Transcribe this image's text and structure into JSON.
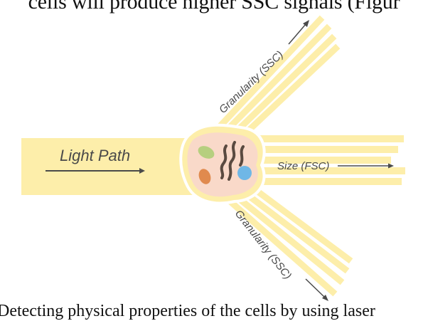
{
  "header_text": "cells will produce higher SSC signals (Figur",
  "caption_text": "Detecting physical properties of the cells by using laser",
  "diagram": {
    "light_path_label": "Light Path",
    "size_label": "Size (FSC)",
    "granularity_top_label": "Granularity (SSC)",
    "granularity_bottom_label": "Granularity (SSC)",
    "colors": {
      "beam": "#fdeeaa",
      "cell_body": "#f9d9c9",
      "cell_outline": "#ffffff",
      "green_organelle": "#b6cf7f",
      "orange_organelle": "#e08a4e",
      "blue_organelle": "#6fb7e6",
      "squiggle": "#5a4a40",
      "arrow": "#4a4a4a"
    }
  }
}
